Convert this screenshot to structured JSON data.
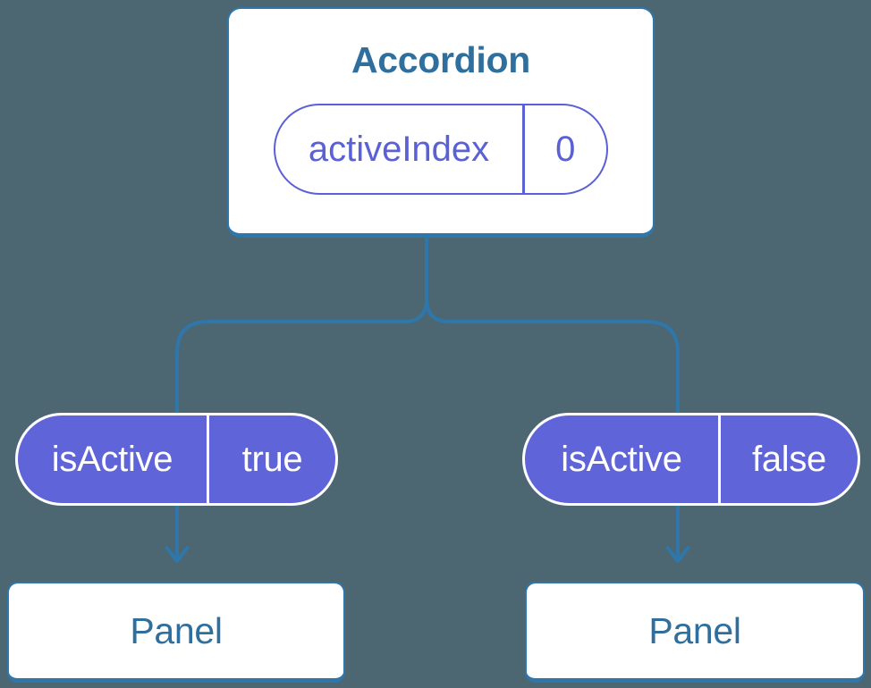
{
  "diagram": {
    "root": {
      "title": "Accordion",
      "prop_name": "activeIndex",
      "prop_value": "0"
    },
    "branches": [
      {
        "state_name": "isActive",
        "state_value": "true",
        "panel_label": "Panel"
      },
      {
        "state_name": "isActive",
        "state_value": "false",
        "panel_label": "Panel"
      }
    ]
  },
  "colors": {
    "background": "#4c6772",
    "connector_blue": "#2f76ab",
    "text_blue": "#2e6f9e",
    "pill_purple": "#5f65d8",
    "prop_pill_outline": "#5a60d6",
    "card_white": "#ffffff"
  }
}
